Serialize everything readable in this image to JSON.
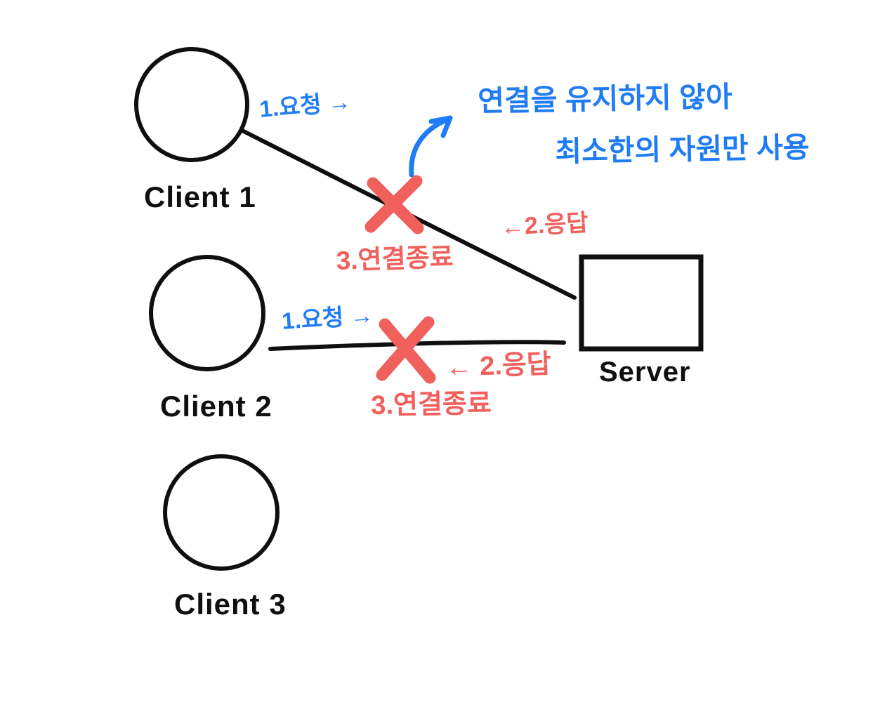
{
  "colors": {
    "ink": "#0f0f0f",
    "blue": "#1f7cf5",
    "red": "#f0605c",
    "background": "#ffffff"
  },
  "nodes": {
    "clients": [
      {
        "label": "Client 1"
      },
      {
        "label": "Client 2"
      },
      {
        "label": "Client 3"
      }
    ],
    "server": {
      "label": "Server"
    }
  },
  "flow_client1": {
    "request": "1.요청 →",
    "response": "←2.응답",
    "terminate": "3.연결종료"
  },
  "flow_client2": {
    "request": "1.요청 →",
    "response": "← 2.응답",
    "terminate": "3.연결종료"
  },
  "annotation": {
    "line1": "연결을 유지하지 않아",
    "line2": "최소한의 자원만 사용"
  }
}
